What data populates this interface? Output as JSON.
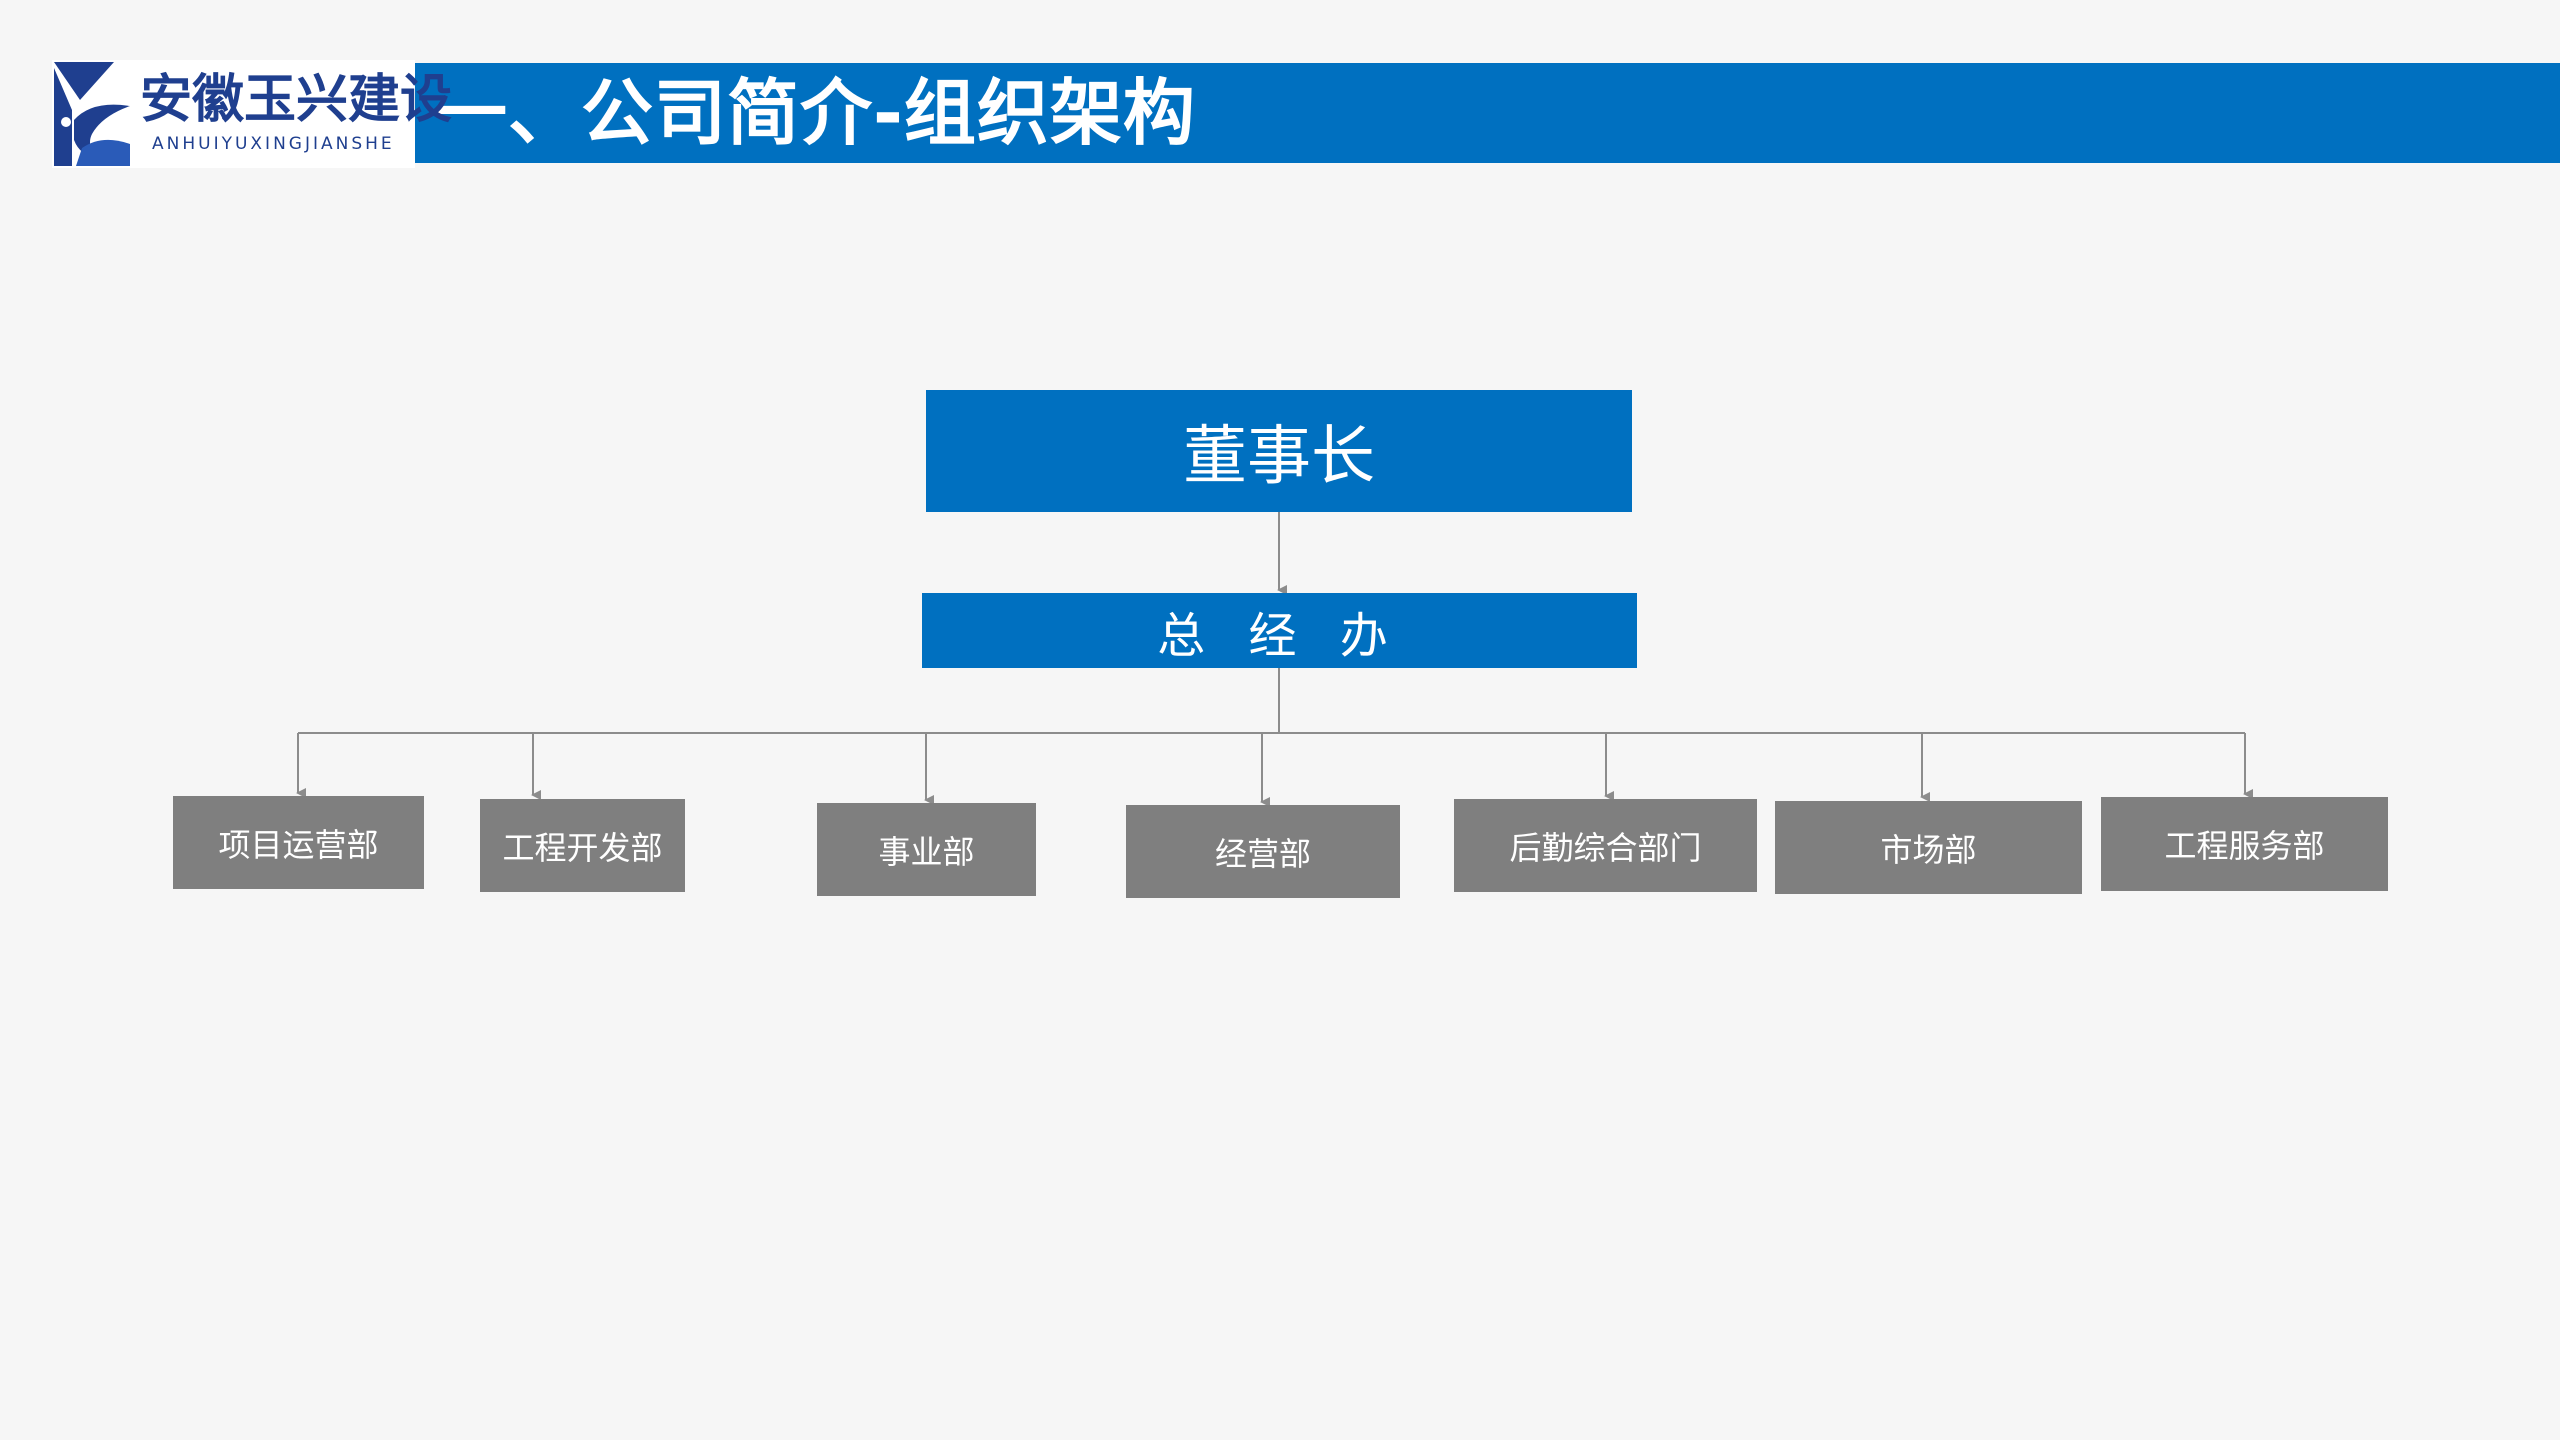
{
  "header": {
    "title": "一、公司简介-组织架构",
    "accent_color": "#0070c0",
    "logo": {
      "name_cn": "安徽玉兴建设",
      "name_en": "ANHUIYUXINGJIANSHE",
      "icon": "company-logo-icon"
    }
  },
  "org_chart": {
    "root": "董事长",
    "level2": "总 经 办",
    "departments": [
      "项目运营部",
      "工程开发部",
      "事业部",
      "经营部",
      "后勤综合部门",
      "市场部",
      "工程服务部"
    ],
    "node_color_top": "#0070c0",
    "node_color_dept": "#7f7f7f",
    "connector_color": "#8c8c8c"
  }
}
